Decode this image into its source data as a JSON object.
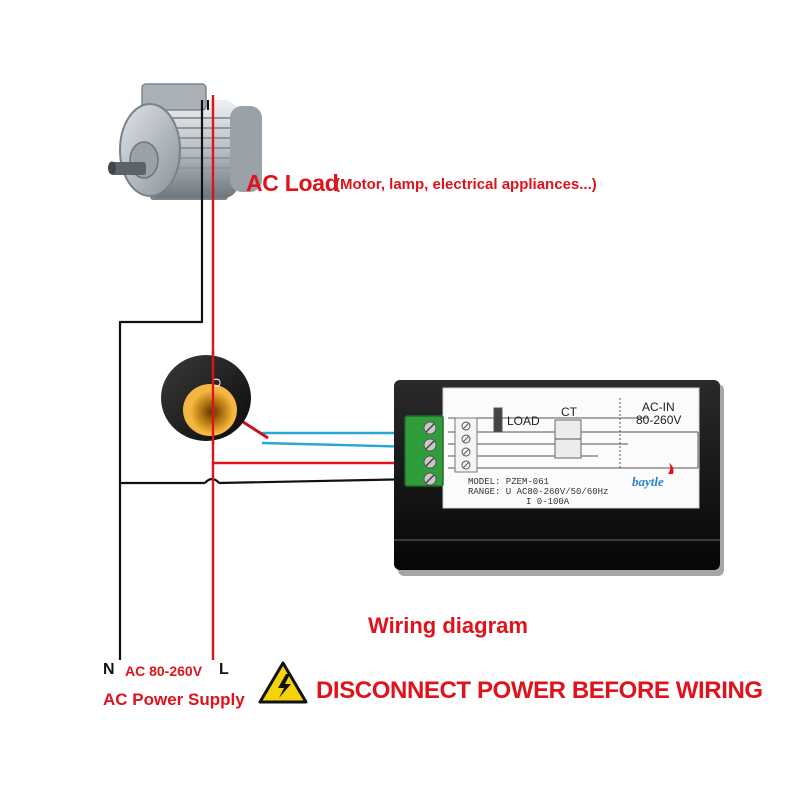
{
  "load": {
    "title": "AC Load",
    "subtitle": "(Motor, lamp, electrical appliances...)"
  },
  "meter": {
    "load_label": "LOAD",
    "ct_label": "CT",
    "ac_in_label": "AC-IN",
    "ac_in_range": "80-260V",
    "model_line": "MODEL: PZEM-061",
    "range_line": "RANGE: U AC80-260V/50/60Hz",
    "current_line": "I 0-100A",
    "brand": "baytle"
  },
  "ct_coil": {
    "marking": "O"
  },
  "diagram_title": "Wiring diagram",
  "supply": {
    "neutral": "N",
    "range": "AC 80-260V",
    "line": "L",
    "label": "AC Power Supply"
  },
  "warning": {
    "text": "DISCONNECT POWER BEFORE WIRING"
  },
  "colors": {
    "red_wire": "#e0121b",
    "blue_wire": "#27a7d8",
    "black_wire": "#111111",
    "terminal_green": "#2f9e3a",
    "warning_yellow": "#f5d20a"
  }
}
